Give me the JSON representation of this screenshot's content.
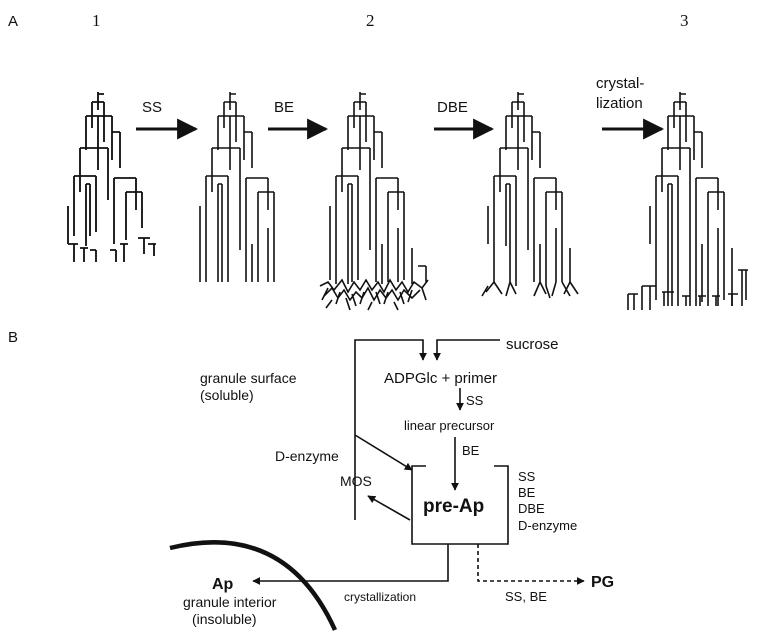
{
  "panel_a": {
    "label": "A",
    "stage_numbers": [
      "1",
      "2",
      "3"
    ],
    "steps": [
      "SS",
      "BE",
      "DBE",
      "crystal-",
      "lization"
    ]
  },
  "panel_b": {
    "label": "B",
    "sucrose": "sucrose",
    "adpglc_primer": "ADPGlc + primer",
    "ss": "SS",
    "linear_precursor": "linear precursor",
    "be": "BE",
    "granule_surface_line1": "granule surface",
    "granule_surface_line2": "(soluble)",
    "d_enzyme": "D-enzyme",
    "mos": "MOS",
    "pre_ap": "pre-Ap",
    "box_enzymes": [
      "SS",
      "BE",
      "DBE",
      "D-enzyme"
    ],
    "ap": "Ap",
    "granule_interior_line1": "granule interior",
    "granule_interior_line2": "(insoluble)",
    "crystallization": "crystallization",
    "pg": "PG",
    "ss_be": "SS, BE"
  }
}
